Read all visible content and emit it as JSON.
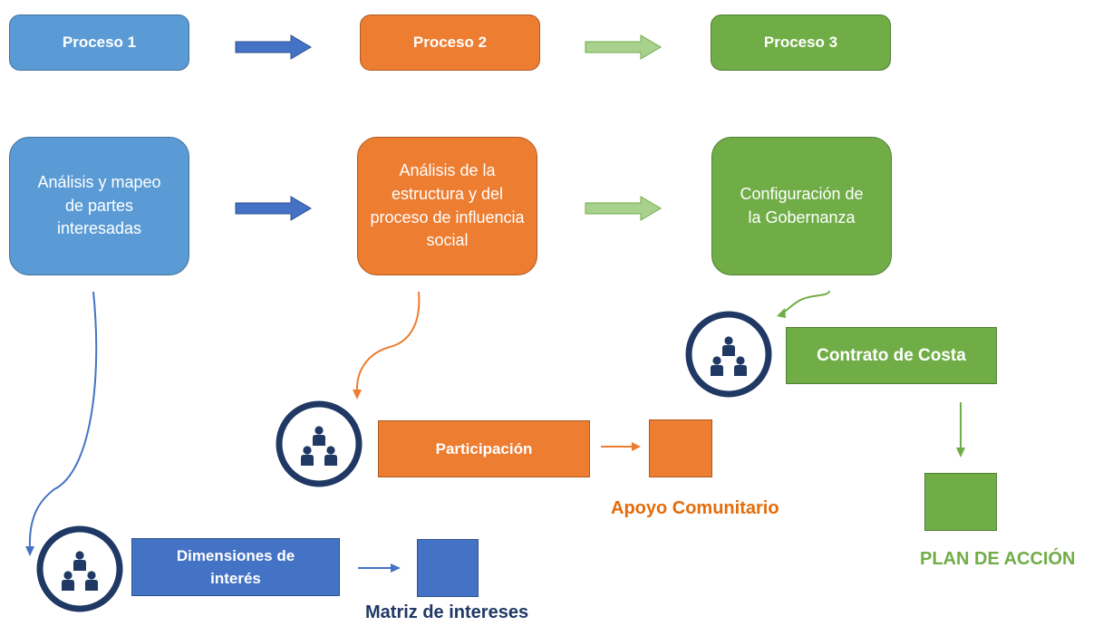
{
  "process_headers": [
    "Proceso 1",
    "Proceso 2",
    "Proceso 3"
  ],
  "process_steps": [
    "Análisis y mapeo de partes interesadas",
    "Análisis de la estructura y del proceso de influencia social",
    "Configuración de la Gobernanza"
  ],
  "components": {
    "dimensiones": "Dimensiones de interés",
    "participacion": "Participación",
    "contrato": "Contrato de Costa"
  },
  "outputs": {
    "matriz": "Matriz de intereses",
    "apoyo": "Apoyo Comunitario",
    "plan": "PLAN DE ACCIÓN"
  },
  "colors": {
    "process1": "#5b9bd5",
    "process2": "#ed7d31",
    "process3": "#70ad47",
    "dimensiones": "#4472c4",
    "stakeholder_icon": "#1f3864",
    "apoyo_text": "#e46c0a",
    "plan_text": "#70ad47",
    "matriz_text": "#1f3864"
  },
  "icons": [
    "stakeholder-group-icon",
    "stakeholder-group-icon",
    "stakeholder-group-icon"
  ]
}
